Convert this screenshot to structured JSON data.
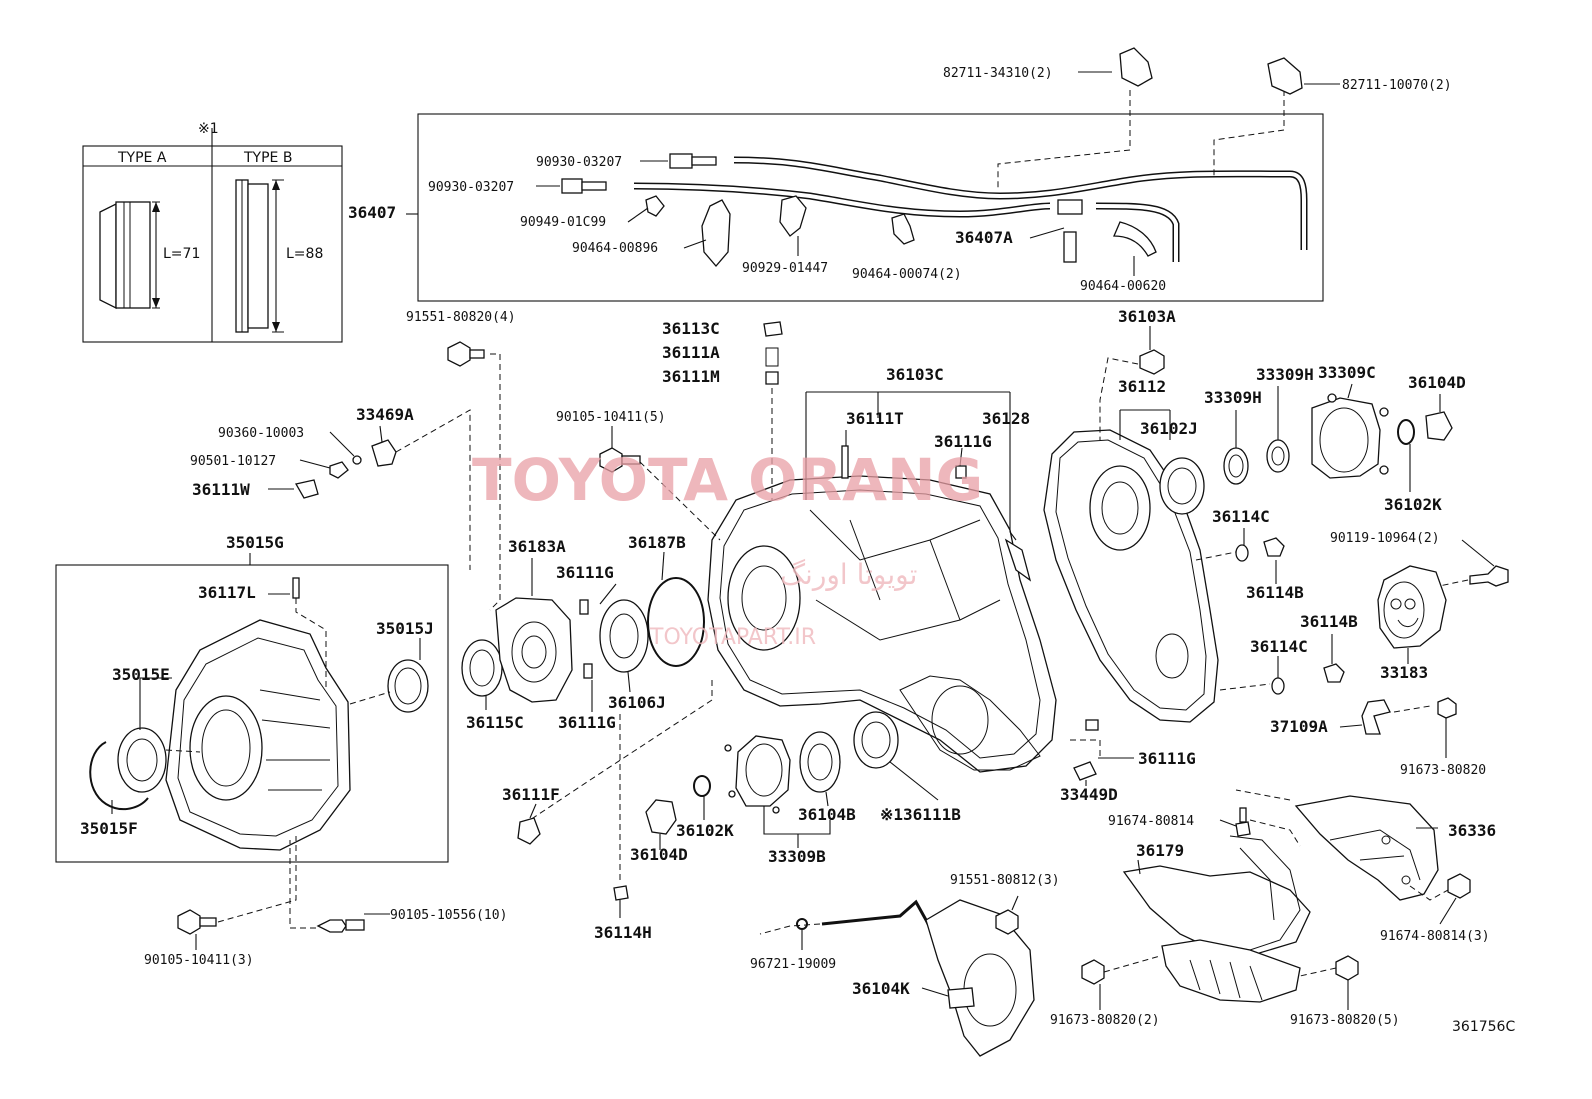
{
  "diagram_code": "361756C",
  "watermark": {
    "main": "TOYOTA ORANG",
    "arabic": "تویوتا اورنگ",
    "site": "TOYOTAPART.IR"
  },
  "inset": {
    "note": "※1",
    "type_a": "TYPE A",
    "type_b": "TYPE B",
    "len_a": "L=71",
    "len_b": "L=88"
  },
  "parts": {
    "p36407": "36407",
    "p82711_34310": "82711-34310(2)",
    "p82711_10070": "82711-10070(2)",
    "p90930_a": "90930-03207",
    "p90930_b": "90930-03207",
    "p90949": "90949-01C99",
    "p90464_00896": "90464-00896",
    "p90929": "90929-01447",
    "p90464_00074": "90464-00074(2)",
    "p36407A": "36407A",
    "p90464_00620": "90464-00620",
    "p91551_80820": "91551-80820(4)",
    "p36113C": "36113C",
    "p36111A": "36111A",
    "p36111M": "36111M",
    "p36103A": "36103A",
    "p33309C": "33309C",
    "p36103C": "36103C",
    "p36112": "36112",
    "p33309H_a": "33309H",
    "p33309H_b": "33309H",
    "p36104D_r": "36104D",
    "p36111T": "36111T",
    "p36128": "36128",
    "p36102J": "36102J",
    "p90360": "90360-10003",
    "p33469A": "33469A",
    "p90501": "90501-10127",
    "p90105_10411_5": "90105-10411(5)",
    "p36111G_a": "36111G",
    "p36111W": "36111W",
    "p36102K_r": "36102K",
    "p36114C_a": "36114C",
    "p35015G": "35015G",
    "p36183A": "36183A",
    "p36187B": "36187B",
    "p90119": "90119-10964(2)",
    "p36117L": "36117L",
    "p36111G_b": "36111G",
    "p36114B_a": "36114B",
    "p35015J": "35015J",
    "p36114B_b": "36114B",
    "p36114C_b": "36114C",
    "p35015E": "35015E",
    "p33183": "33183",
    "p36115C": "36115C",
    "p36111G_c": "36111G",
    "p36106J": "36106J",
    "p37109A": "37109A",
    "p36111G_d": "36111G",
    "p91673_80820": "91673-80820",
    "p36111F": "36111F",
    "p33449D": "33449D",
    "p35015F": "35015F",
    "p36104B": "36104B",
    "p36111B": "※136111B",
    "p91674_80814": "91674-80814",
    "p36336": "36336",
    "p36102K_b": "36102K",
    "p36104D_b": "36104D",
    "p33309B": "33309B",
    "p36179": "36179",
    "p91551_80812": "91551-80812(3)",
    "p91674_80814_3": "91674-80814(3)",
    "p36114H": "36114H",
    "p90105_10556": "90105-10556(10)",
    "p90105_10411_3": "90105-10411(3)",
    "p96721": "96721-19009",
    "p36104K": "36104K",
    "p91673_80820_2": "91673-80820(2)",
    "p91673_80820_5": "91673-80820(5)"
  }
}
